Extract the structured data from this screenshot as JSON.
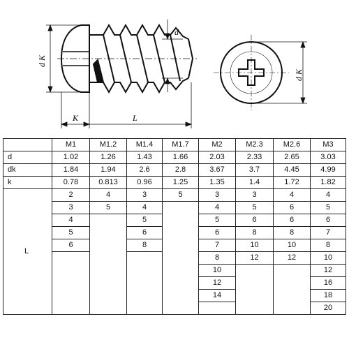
{
  "drawing": {
    "dim_dk_left": "d K",
    "dim_d": "d",
    "dim_k": "K",
    "dim_l": "L",
    "dim_dk_right": "d K"
  },
  "table": {
    "header": [
      "",
      "M1",
      "M1.2",
      "M1.4",
      "M1.7",
      "M2",
      "M2.3",
      "M2.6",
      "M3"
    ],
    "rows": [
      [
        "d",
        "1.02",
        "1.26",
        "1.43",
        "1.66",
        "2.03",
        "2.33",
        "2.65",
        "3.03"
      ],
      [
        "dk",
        "1.84",
        "1.94",
        "2.6",
        "2.8",
        "3.67",
        "3.7",
        "4.45",
        "4.99"
      ],
      [
        "k",
        "0.78",
        "0.813",
        "0.96",
        "1.25",
        "1.35",
        "1.4",
        "1.72",
        "1.82"
      ]
    ],
    "l_label": "L",
    "l_columns": [
      [
        "2",
        "3",
        "4",
        "5",
        "6"
      ],
      [
        "4",
        "5"
      ],
      [
        "3",
        "4",
        "5",
        "6",
        "8"
      ],
      [
        "5"
      ],
      [
        "3",
        "4",
        "5",
        "6",
        "7",
        "8",
        "10",
        "12",
        "14"
      ],
      [
        "3",
        "5",
        "6",
        "8",
        "10",
        "12"
      ],
      [
        "4",
        "6",
        "6",
        "8",
        "10",
        "12"
      ],
      [
        "4",
        "5",
        "6",
        "7",
        "8",
        "10",
        "12",
        "16",
        "18",
        "20"
      ]
    ]
  }
}
